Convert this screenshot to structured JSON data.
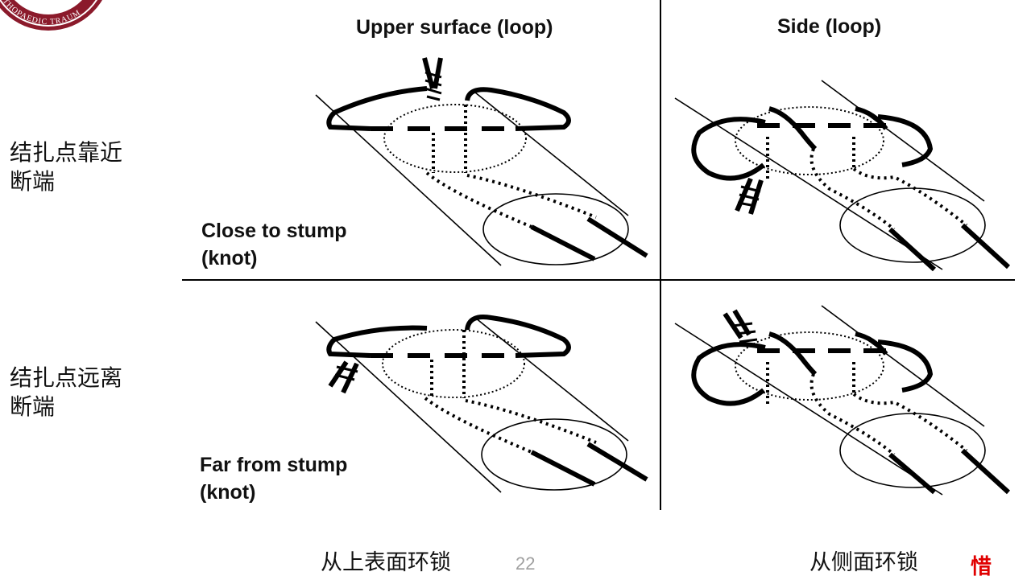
{
  "logo": {
    "text": "THOPAEDIC TRAUM",
    "icon": "orthopaedic-trauma-seal"
  },
  "headers": {
    "upper": "Upper surface (loop)",
    "side": "Side (loop)"
  },
  "row_labels": {
    "close": {
      "line1": "结扎点靠近",
      "line2": "断端"
    },
    "far": {
      "line1": "结扎点远离",
      "line2": "断端"
    }
  },
  "captions": {
    "close": {
      "line1": "Close to stump",
      "line2": "(knot)"
    },
    "far": {
      "line1": "Far from stump",
      "line2": "(knot)"
    }
  },
  "bottom": {
    "left": "从上表面环锁",
    "page_number": "22",
    "right": "从侧面环锁",
    "red_char": "惜"
  }
}
